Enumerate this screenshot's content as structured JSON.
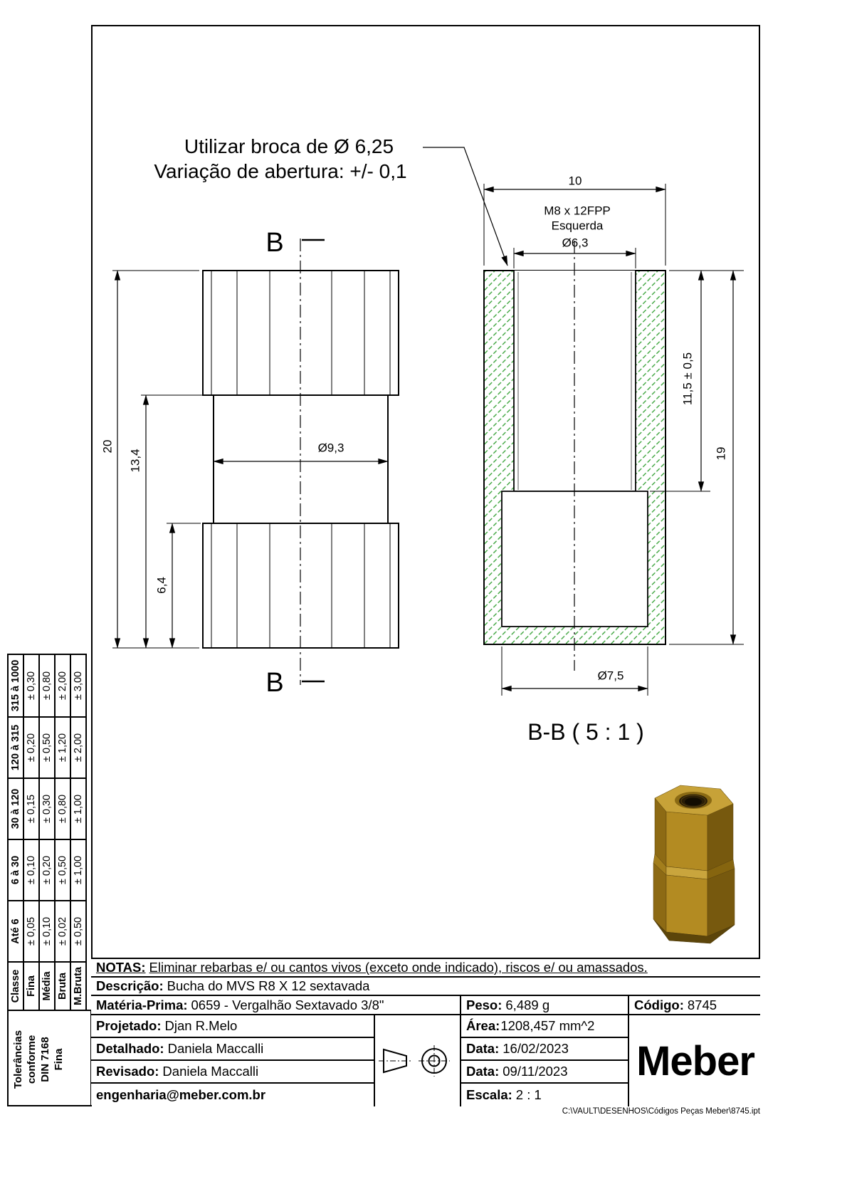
{
  "note": {
    "line1": "Utilizar broca de Ø 6,25",
    "line2": "Variação de abertura: +/- 0,1"
  },
  "section": {
    "label": "B",
    "title": "B-B ( 5 : 1 )"
  },
  "dims": {
    "h20": "20",
    "h134": "13,4",
    "h64": "6,4",
    "d93": "Ø9,3",
    "w10": "10",
    "thread": "M8 x 12FPP",
    "thread_hand": "Esquerda",
    "d63": "Ø6,3",
    "depth": "11,5 ± 0,5",
    "h19": "19",
    "d75": "Ø7,5"
  },
  "tol": {
    "headers": [
      "Classe",
      "Até 6",
      "6 à 30",
      "30 à 120",
      "120 à 315",
      "315 à 1000"
    ],
    "rows": [
      {
        "classe": "Fina",
        "values": [
          "± 0,05",
          "± 0,10",
          "± 0,15",
          "± 0,20",
          "± 0,30"
        ]
      },
      {
        "classe": "Média",
        "values": [
          "± 0,10",
          "± 0,20",
          "± 0,30",
          "± 0,50",
          "± 0,80"
        ]
      },
      {
        "classe": "Bruta",
        "values": [
          "± 0,02",
          "± 0,50",
          "± 0,80",
          "± 1,20",
          "± 2,00"
        ]
      },
      {
        "classe": "M.Bruta",
        "values": [
          "± 0,50",
          "± 1,00",
          "± 1,00",
          "± 2,00",
          "± 3,00"
        ]
      }
    ],
    "footer": [
      "Tolerâncias",
      "conforme",
      "DIN 7168",
      "Fina"
    ]
  },
  "title_block": {
    "notas_label": "NOTAS:",
    "notas_text": "Eliminar rebarbas e/ ou cantos vivos (exceto onde indicado), riscos e/ ou amassados.",
    "descricao_label": "Descrição:",
    "descricao": "Bucha do MVS R8 X 12 sextavada",
    "materia_label": "Matéria-Prima:",
    "materia": "0659 - Vergalhão Sextavado 3/8\"",
    "peso_label": "Peso:",
    "peso": "6,489 g",
    "codigo_label": "Código:",
    "codigo": "8745",
    "projetado_label": "Projetado:",
    "projetado": "Djan R.Melo",
    "detalhado_label": "Detalhado:",
    "detalhado": "Daniela Maccalli",
    "revisado_label": "Revisado:",
    "revisado": "Daniela Maccalli",
    "email": "engenharia@meber.com.br",
    "area_label": "Área:",
    "area": "1208,457 mm^2",
    "data1_label": "Data:",
    "data1": "16/02/2023",
    "data2_label": "Data:",
    "data2": "09/11/2023",
    "escala_label": "Escala:",
    "escala": "2 : 1",
    "logo": "Meber"
  },
  "footer_path": "C:\\VAULT\\DESENHOS\\Códigos Peças Meber\\8745.ipt",
  "colors": {
    "line": "#000000",
    "hatch_green": "#2f9e2f",
    "brass_light": "#c9a53d",
    "brass_mid": "#b38b22",
    "brass_dark": "#77590e"
  }
}
